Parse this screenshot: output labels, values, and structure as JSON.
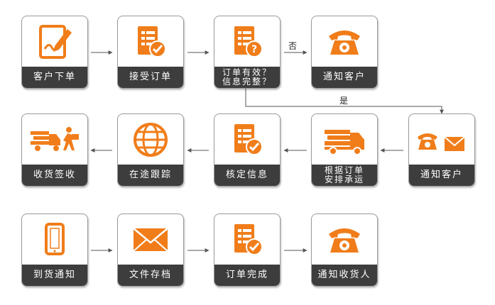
{
  "nodes": [
    {
      "id": "n1",
      "label": "客户下单",
      "icon": "document-pen-icon"
    },
    {
      "id": "n2",
      "label": "接受订单",
      "icon": "checklist-check-icon"
    },
    {
      "id": "n3",
      "label": "订单有效？\n信息完整？",
      "icon": "checklist-question-icon"
    },
    {
      "id": "n4",
      "label": "通知客户",
      "icon": "telephone-icon"
    },
    {
      "id": "n5",
      "label": "通知客户",
      "icon": "phone-mail-icon"
    },
    {
      "id": "n6",
      "label": "根据订单\n安排承运",
      "icon": "truck-icon"
    },
    {
      "id": "n7",
      "label": "核定信息",
      "icon": "checklist-check-icon"
    },
    {
      "id": "n8",
      "label": "在途跟踪",
      "icon": "globe-icon"
    },
    {
      "id": "n9",
      "label": "收货签收",
      "icon": "delivery-man-icon"
    },
    {
      "id": "n10",
      "label": "到货通知",
      "icon": "tablet-icon"
    },
    {
      "id": "n11",
      "label": "文件存档",
      "icon": "envelope-icon"
    },
    {
      "id": "n12",
      "label": "订单完成",
      "icon": "checklist-check-icon"
    },
    {
      "id": "n13",
      "label": "通知收货人",
      "icon": "telephone-icon"
    }
  ],
  "edges": {
    "no_label": "否",
    "yes_label": "是"
  },
  "colors": {
    "accent": "#f07d1a",
    "label_bg": "#3d3d3d",
    "arrow": "#555555"
  }
}
